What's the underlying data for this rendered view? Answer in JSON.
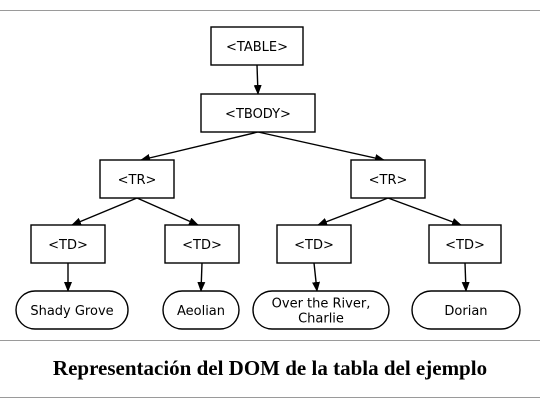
{
  "diagram": {
    "nodes": [
      {
        "id": "table",
        "label": "<TABLE>",
        "shape": "rect"
      },
      {
        "id": "tbody",
        "label": "<TBODY>",
        "shape": "rect"
      },
      {
        "id": "tr1",
        "label": "<TR>",
        "shape": "rect"
      },
      {
        "id": "tr2",
        "label": "<TR>",
        "shape": "rect"
      },
      {
        "id": "td1",
        "label": "<TD>",
        "shape": "rect"
      },
      {
        "id": "td2",
        "label": "<TD>",
        "shape": "rect"
      },
      {
        "id": "td3",
        "label": "<TD>",
        "shape": "rect"
      },
      {
        "id": "td4",
        "label": "<TD>",
        "shape": "rect"
      },
      {
        "id": "txt1",
        "label": "Shady Grove",
        "shape": "oval"
      },
      {
        "id": "txt2",
        "label": "Aeolian",
        "shape": "oval"
      },
      {
        "id": "txt3",
        "label": "Over the River,\nCharlie",
        "shape": "oval"
      },
      {
        "id": "txt4",
        "label": "Dorian",
        "shape": "oval"
      }
    ],
    "edges": [
      [
        "table",
        "tbody"
      ],
      [
        "tbody",
        "tr1"
      ],
      [
        "tbody",
        "tr2"
      ],
      [
        "tr1",
        "td1"
      ],
      [
        "tr1",
        "td2"
      ],
      [
        "tr2",
        "td3"
      ],
      [
        "tr2",
        "td4"
      ],
      [
        "td1",
        "txt1"
      ],
      [
        "td2",
        "txt2"
      ],
      [
        "td3",
        "txt3"
      ],
      [
        "td4",
        "txt4"
      ]
    ]
  },
  "caption": "Representación del DOM de la tabla del ejemplo",
  "colors": {
    "stroke": "#000000",
    "background": "#ffffff",
    "rule": "#9a9a9a"
  }
}
